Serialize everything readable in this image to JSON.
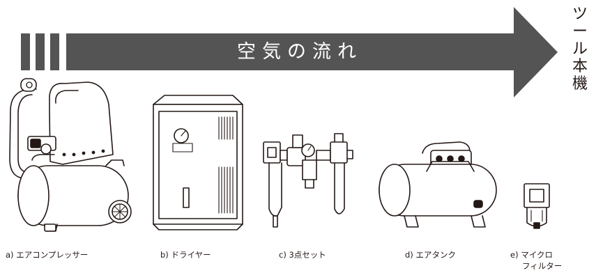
{
  "banner": {
    "title": "空気の流れ",
    "destination_chars": [
      "ツ",
      "ー",
      "ル",
      "本",
      "機"
    ],
    "colors": {
      "arrow": "#545454",
      "stripes": "#545454",
      "text": "#ffffff"
    }
  },
  "equipment": [
    {
      "id": "a",
      "caption": "a) エアコンプレッサー",
      "icon": "air-compressor-icon"
    },
    {
      "id": "b",
      "caption": "b) ドライヤー",
      "icon": "air-dryer-icon"
    },
    {
      "id": "c",
      "caption": "c) 3点セット",
      "icon": "frl-unit-icon"
    },
    {
      "id": "d",
      "caption": "d) エアタンク",
      "icon": "air-tank-icon"
    },
    {
      "id": "e",
      "caption_lines": [
        "e) マイクロ",
        "フィルター"
      ],
      "icon": "micro-filter-icon"
    }
  ]
}
